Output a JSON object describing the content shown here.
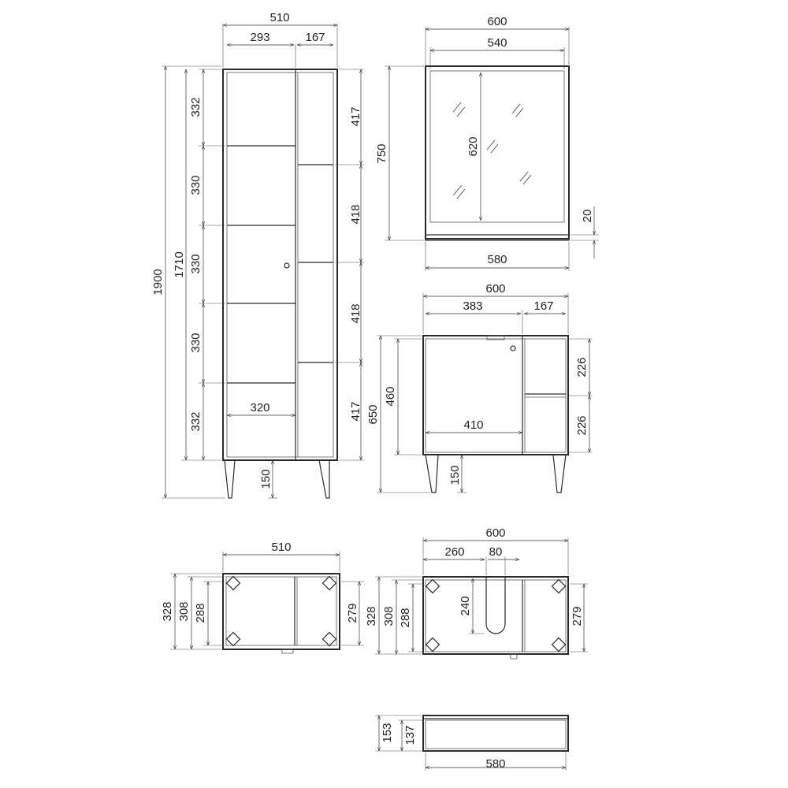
{
  "drawing": {
    "tall_cabinet": {
      "width": "510",
      "door_width": "293",
      "open_width": "167",
      "height_total": "1900",
      "height_body": "1710",
      "left_shelves": [
        "332",
        "330",
        "330",
        "330",
        "332"
      ],
      "right_shelves": [
        "417",
        "418",
        "418",
        "417"
      ],
      "inner_width": "320",
      "leg_height": "150"
    },
    "mirror": {
      "width": "600",
      "inner_width": "540",
      "glass_height": "620",
      "height": "750",
      "shelf_thickness": "20",
      "shelf_width": "580"
    },
    "vanity": {
      "width": "600",
      "door_width": "383",
      "open_width": "167",
      "shelf_upper": "226",
      "shelf_lower": "226",
      "body_height": "460",
      "total_height": "650",
      "inner_width": "410",
      "leg_height": "150"
    },
    "tall_plan": {
      "width": "510",
      "d1": "328",
      "d2": "308",
      "d3": "288",
      "d4": "279"
    },
    "vanity_plan": {
      "width": "600",
      "offset": "260",
      "cutout": "80",
      "cutout_depth": "240",
      "d1": "328",
      "d2": "308",
      "d3": "288",
      "d4": "279"
    },
    "shelf": {
      "d1": "153",
      "d2": "137",
      "width": "580"
    }
  }
}
